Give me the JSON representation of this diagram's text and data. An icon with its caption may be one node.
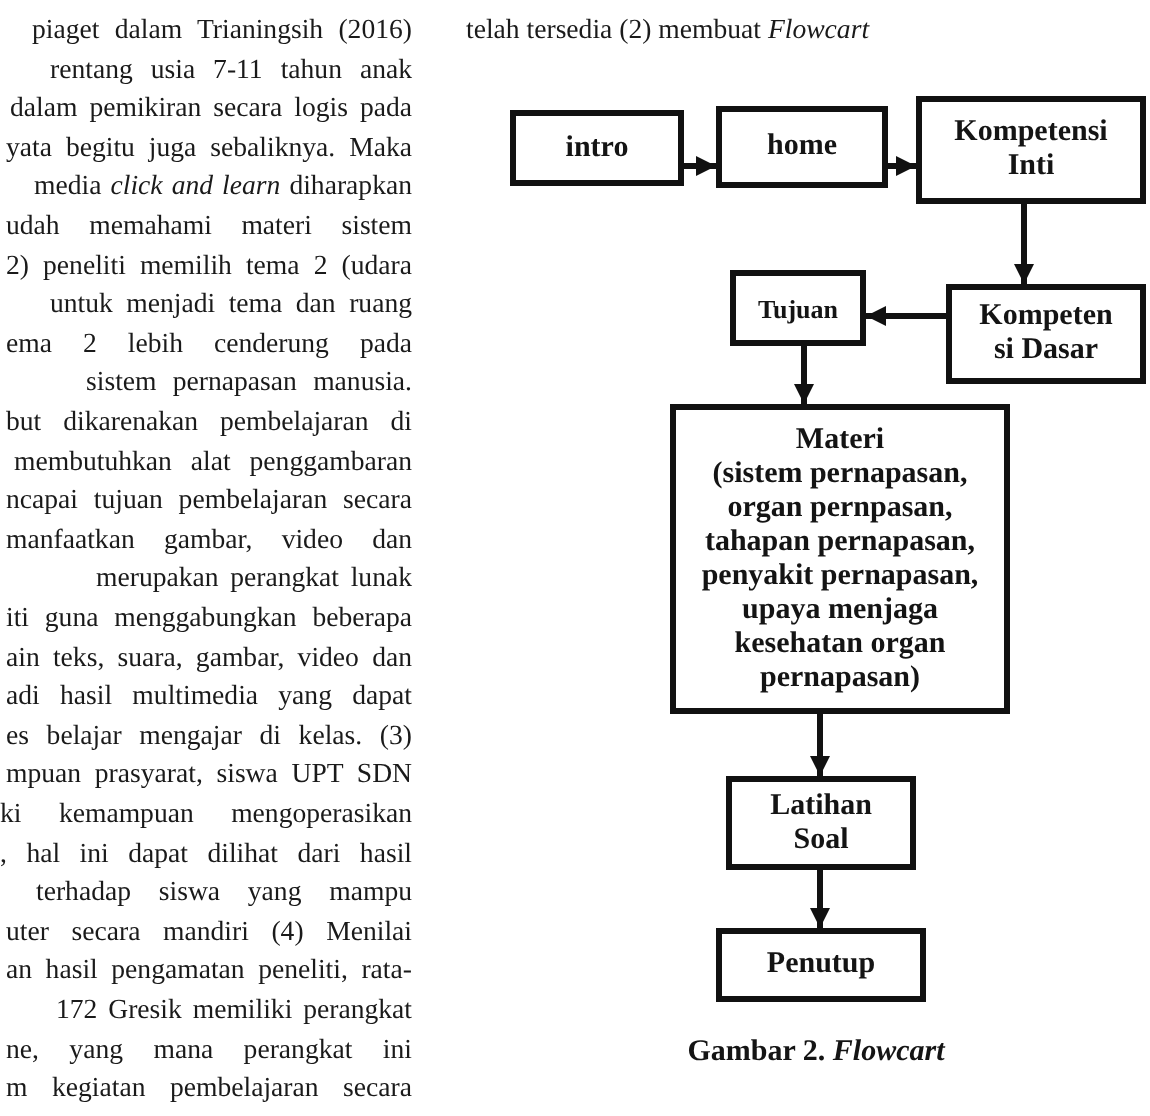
{
  "diagram": {
    "caption": "Gambar 2. *Flowcart*",
    "nodes": [
      {
        "text": [
          "intro"
        ]
      },
      {
        "text": [
          "home"
        ]
      },
      {
        "text": [
          "Kompetensi Inti"
        ]
      },
      {
        "text": [
          "Tujuan"
        ]
      },
      {
        "text": [
          "Kompeten si Dasar"
        ]
      },
      {
        "text": [
          "Materi",
          "(sistem pernapasan, organ pernpasan, tahapan pernapasan, penyakit pernapasan, upaya menjaga kesehatan organ pernapasan)"
        ]
      },
      {
        "text": [
          "Latihan Soal"
        ]
      },
      {
        "text": [
          "Penutup"
        ]
      }
    ],
    "edges": [
      {
        "from": 0,
        "to": 1,
        "arrow": "to"
      },
      {
        "from": 1,
        "to": 2,
        "arrow": "to"
      },
      {
        "from": 2,
        "to": 4,
        "arrow": "to"
      },
      {
        "from": 4,
        "to": 3,
        "arrow": "to"
      },
      {
        "from": 3,
        "to": 5,
        "arrow": "to"
      },
      {
        "from": 5,
        "to": 6,
        "arrow": "to"
      },
      {
        "from": 6,
        "to": 7,
        "arrow": "to"
      }
    ],
    "labels": [
      "piaget dalam Trianingsih (2016)",
      "rentang usia 7-11 tahun anak",
      "dalam pemikiran secara logis pada",
      "yata begitu juga sebaliknya. Maka",
      "media *click and learn* diharapkan",
      "udah memahami materi sistem",
      "2) peneliti memilih tema 2 (udara",
      "untuk menjadi tema dan ruang",
      "ema 2 lebih cenderung pada",
      "sistem pernapasan manusia.",
      "but dikarenakan pembelajaran di",
      "membutuhkan alat penggambaran",
      "ncapai tujuan pembelajaran secara",
      "manfaatkan gambar, video dan",
      "merupakan perangkat lunak",
      "iti guna menggabungkan beberapa",
      "ain teks, suara, gambar, video dan",
      "adi hasil multimedia yang dapat",
      "es belajar mengajar di kelas. (3)",
      "mpuan prasyarat, siswa UPT SDN",
      "ki kemampuan mengoperasikan",
      ", hal ini dapat dilihat dari hasil",
      "terhadap siswa yang mampu",
      "uter secara mandiri (4) Menilai",
      "an hasil pengamatan peneliti, rata-",
      "172 Gresik memiliki perangkat",
      "ne, yang mana perangkat ini",
      "m kegiatan pembelajaran secara",
      "telah tersedia (2) membuat *Flowcart*"
    ]
  }
}
